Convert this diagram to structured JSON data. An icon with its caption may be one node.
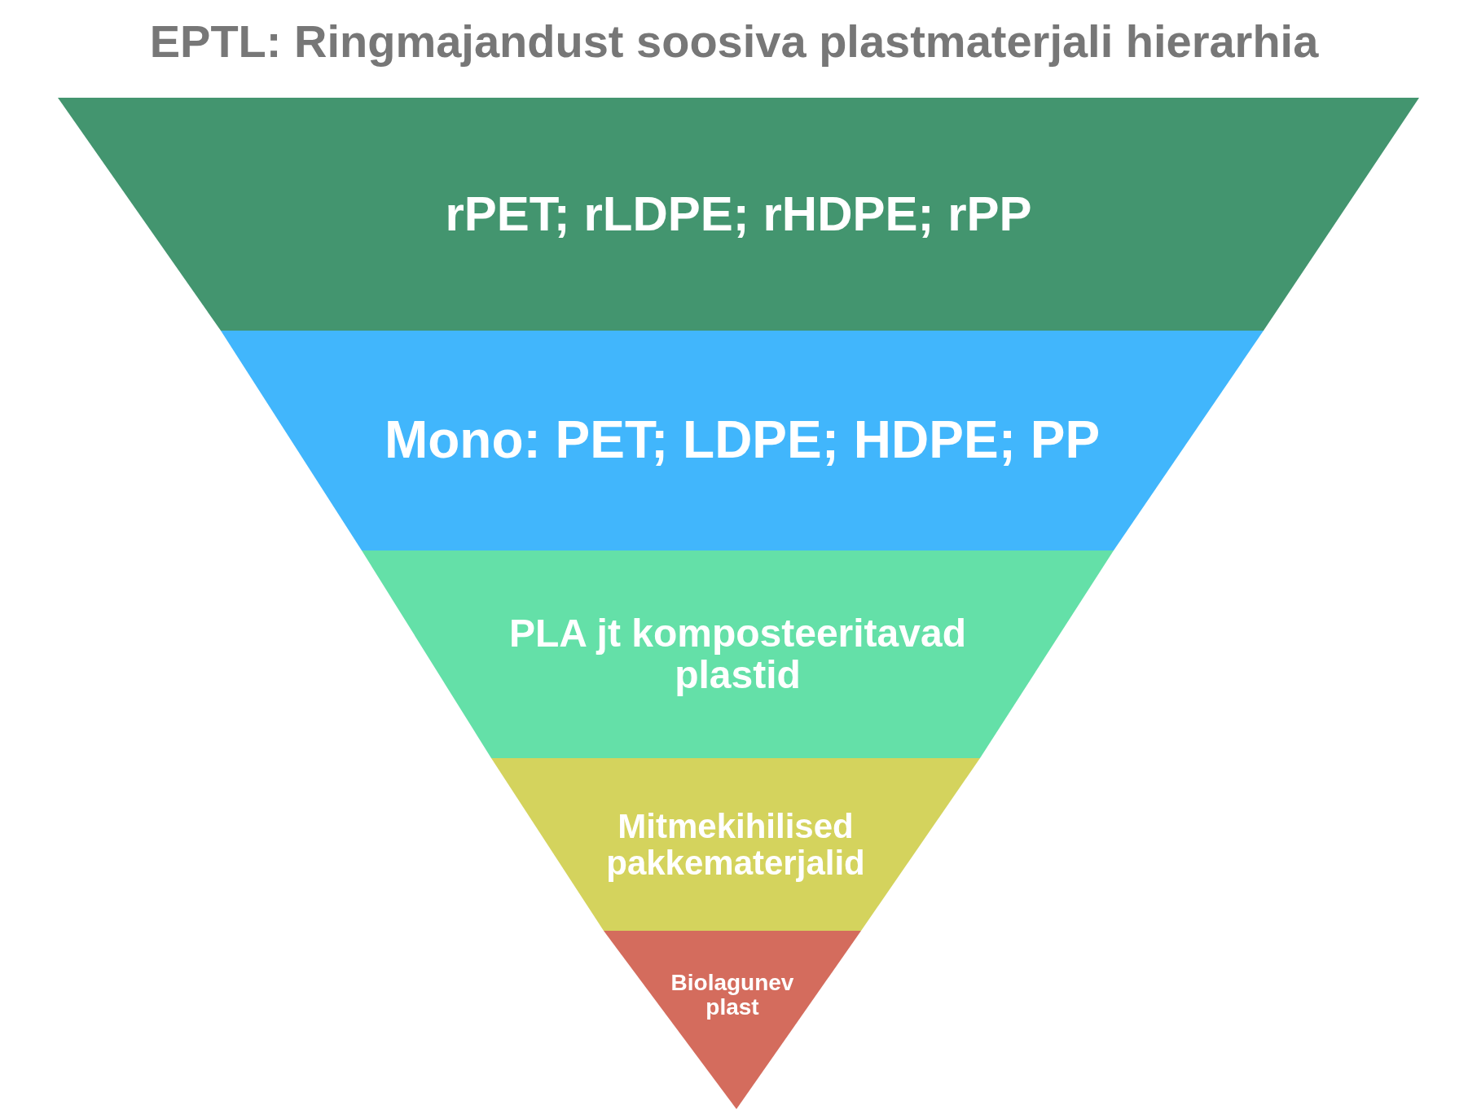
{
  "diagram": {
    "title": "EPTL: Ringmajandust soosiva plastmaterjali hierarhia",
    "nodes": [
      {
        "text": [
          "rPET; rLDPE; rHDPE; rPP"
        ]
      },
      {
        "text": [
          "Mono: PET; LDPE; HDPE; PP"
        ]
      },
      {
        "text": [
          "PLA jt komposteeritavad plastid"
        ]
      },
      {
        "text": [
          "Mitmekihilised pakkematerjalid"
        ]
      },
      {
        "text": [
          "Biolagunev plast"
        ]
      }
    ],
    "edges": []
  }
}
